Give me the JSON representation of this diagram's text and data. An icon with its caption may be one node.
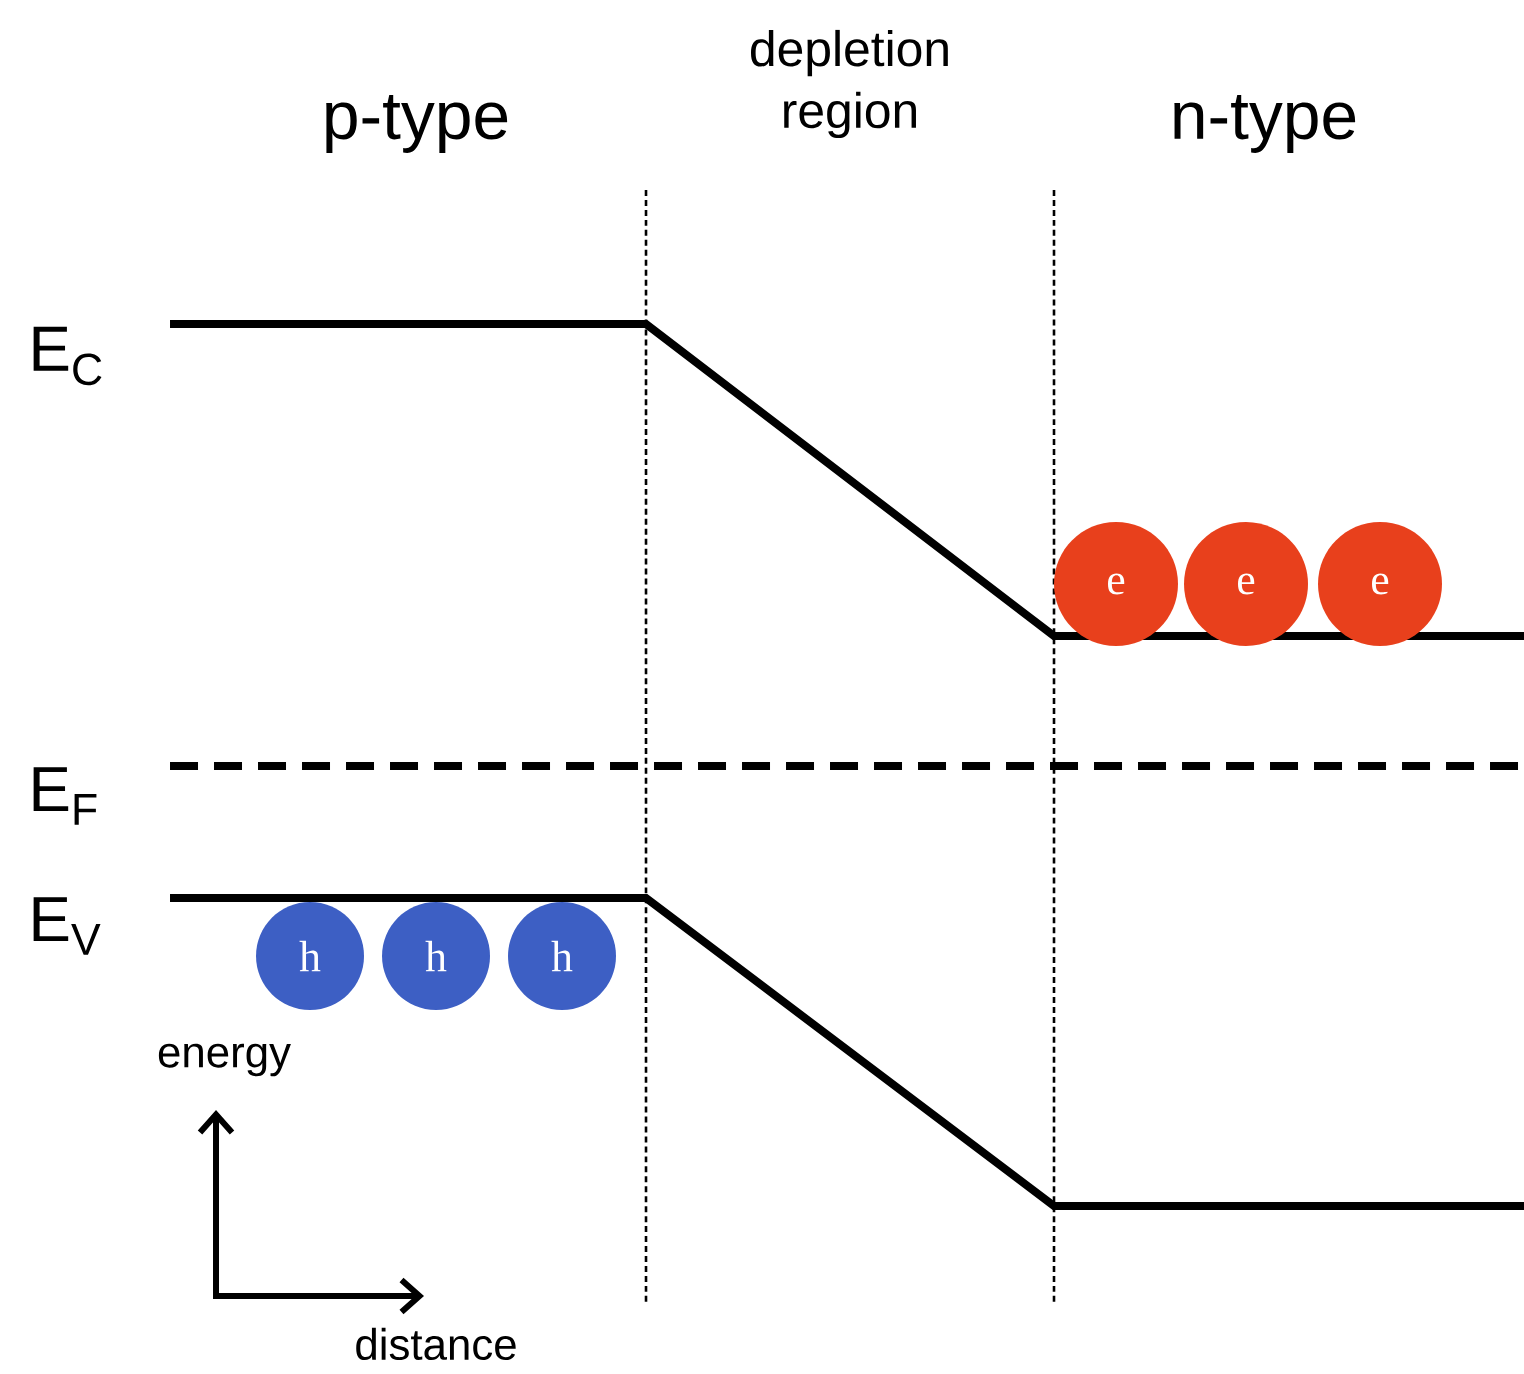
{
  "diagram": {
    "nodes": [
      {
        "text": [
          "e"
        ]
      },
      {
        "text": [
          "e"
        ]
      },
      {
        "text": [
          "e"
        ]
      },
      {
        "text": [
          "h"
        ]
      },
      {
        "text": [
          "h"
        ]
      },
      {
        "text": [
          "h"
        ]
      }
    ],
    "labels": [
      "p-type",
      "depletion region",
      "n-type",
      "E$_{C}$",
      "E$_{F}$",
      "E$_{V}$",
      "energy",
      "distance"
    ]
  }
}
